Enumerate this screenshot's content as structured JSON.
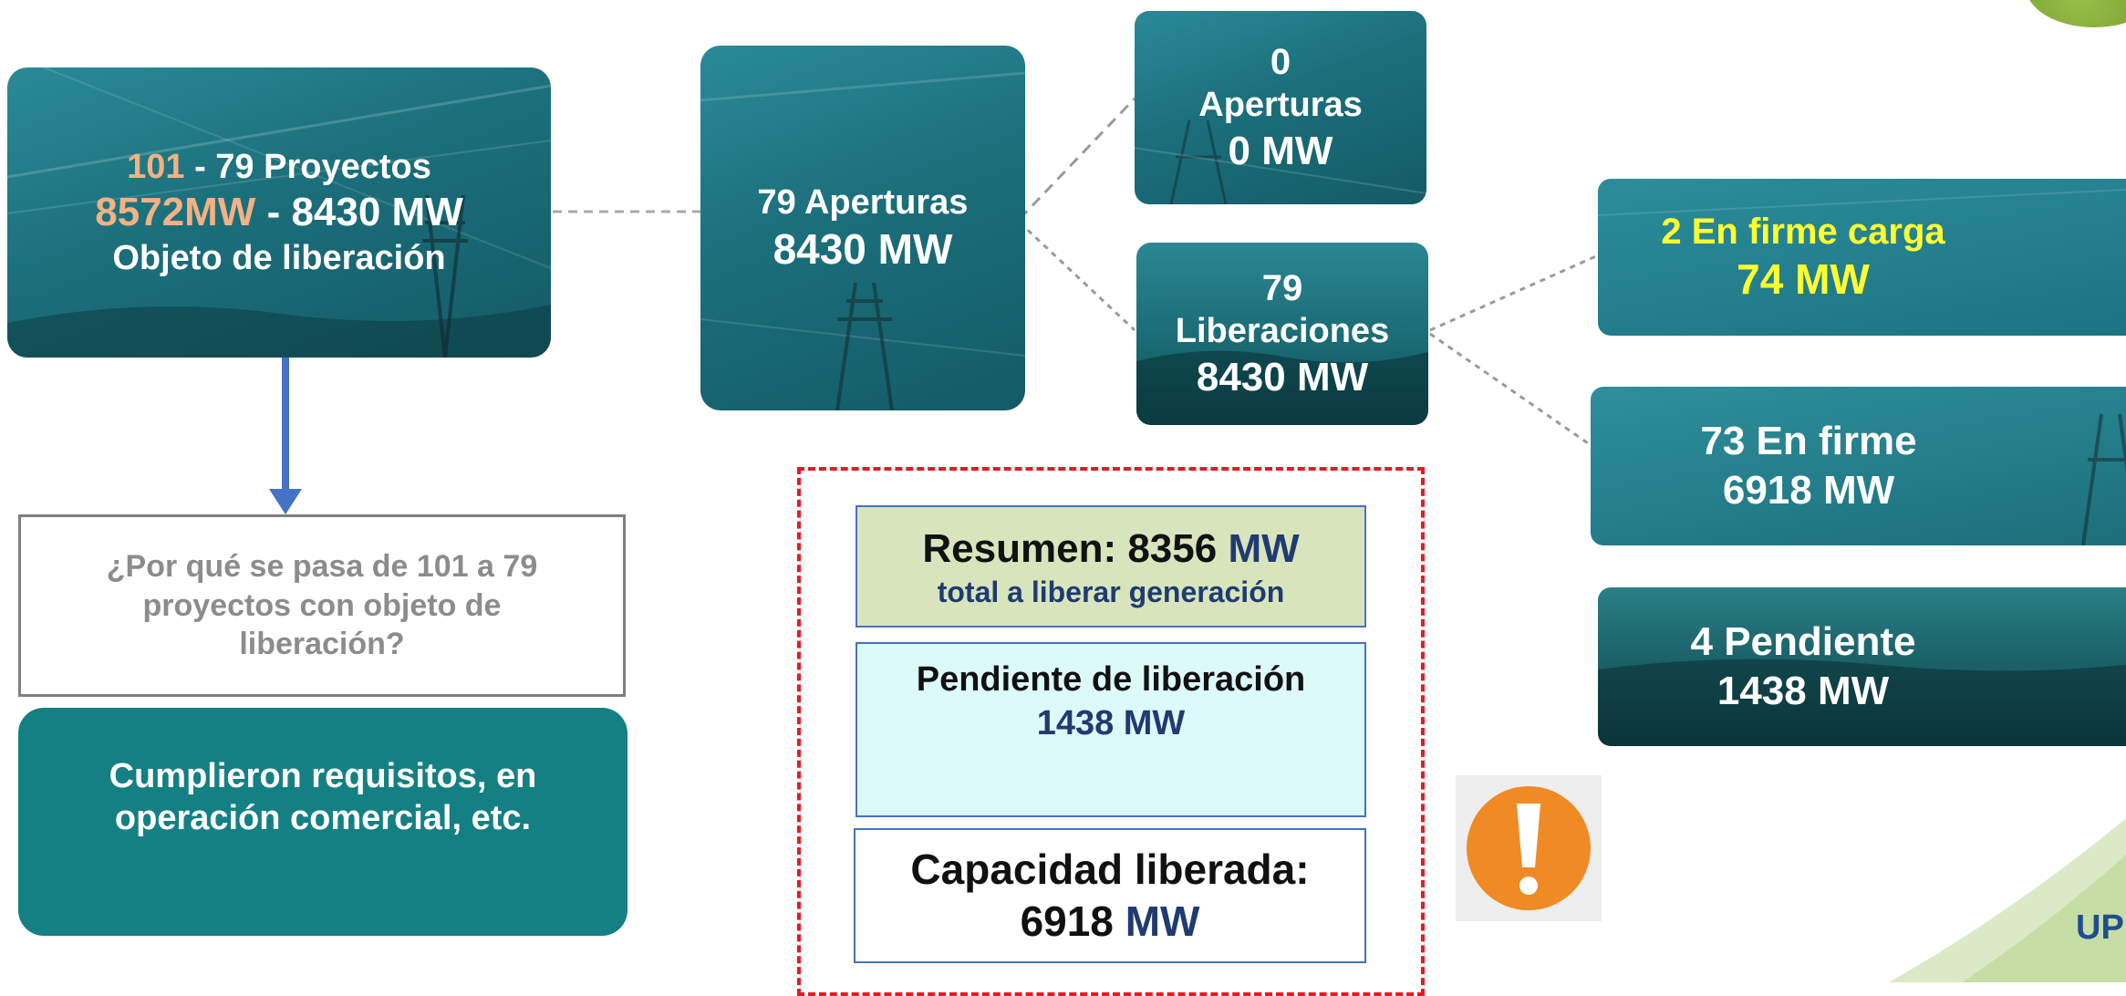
{
  "colors": {
    "tile_teal": "#1b6f7b",
    "solid_teal": "#148083",
    "peach_highlight": "#f4b183",
    "yellow_highlight": "#ffff33",
    "navy_unit": "#1f3b70",
    "arrow_blue": "#4472c4",
    "dashed_red": "#e31b23",
    "alert_orange": "#f08a24"
  },
  "icons": {
    "alert": "exclamation-circle-icon",
    "logo": "upme-logo"
  },
  "main_box": {
    "n_before": "101",
    "n_after": " - 79 Proyectos",
    "mw_before": "8572MW",
    "mw_after": " - 8430 MW",
    "label": "Objeto de liberación"
  },
  "aperturas_total": {
    "line1": "79 Aperturas",
    "line2": "8430 MW"
  },
  "aperturas_zero": {
    "line1": "0",
    "line2": "Aperturas",
    "line3": "0 MW"
  },
  "liberaciones": {
    "line1": "79",
    "line2": "Liberaciones",
    "line3": "8430 MW"
  },
  "question_box": {
    "text": "¿Por qué se pasa de 101 a 79 proyectos con objeto de liberación?"
  },
  "answer_box": {
    "line1": "Cumplieron requisitos, en",
    "line2": "operación comercial, etc."
  },
  "summary": {
    "resumen_prefix": "Resumen: 8356 ",
    "resumen_unit": "MW",
    "resumen_sub": "total a liberar generación",
    "pendiente_title": "Pendiente de liberación",
    "pendiente_value": "1438 MW",
    "capacidad_title": "Capacidad liberada:",
    "capacidad_value": "6918 ",
    "capacidad_unit": "MW"
  },
  "firme_carga": {
    "line1": "2  En firme carga",
    "line2": "74 MW"
  },
  "en_firme": {
    "line1": "73 En firme",
    "line2": "6918 MW"
  },
  "pendiente": {
    "line1": "4 Pendiente",
    "line2": "1438 MW"
  },
  "logo": {
    "text": "UPM"
  }
}
